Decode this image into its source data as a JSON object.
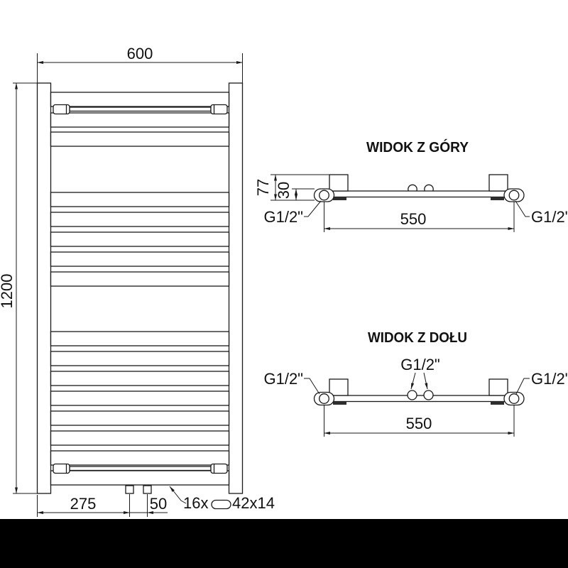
{
  "front_view": {
    "width_label": "600",
    "height_label": "1200",
    "bottom_offset_label": "275",
    "center_spacing_label": "50",
    "tube_count_label": "16x",
    "tube_profile_label": "42x14"
  },
  "top_view": {
    "title": "WIDOK Z GÓRY",
    "depth_label": "77",
    "connector_depth_label": "30",
    "axis_spacing_label": "550",
    "left_connection_label": "G1/2\"",
    "right_connection_label": "G1/2\""
  },
  "bottom_view": {
    "title": "WIDOK Z DOŁU",
    "center_connection_label": "G1/2\"",
    "left_connection_label": "G1/2\"",
    "right_connection_label": "G1/2\"",
    "axis_spacing_label": "550"
  },
  "colors": {
    "line": "#1a1a1a",
    "background": "#ffffff",
    "footer_band": "#000000"
  }
}
